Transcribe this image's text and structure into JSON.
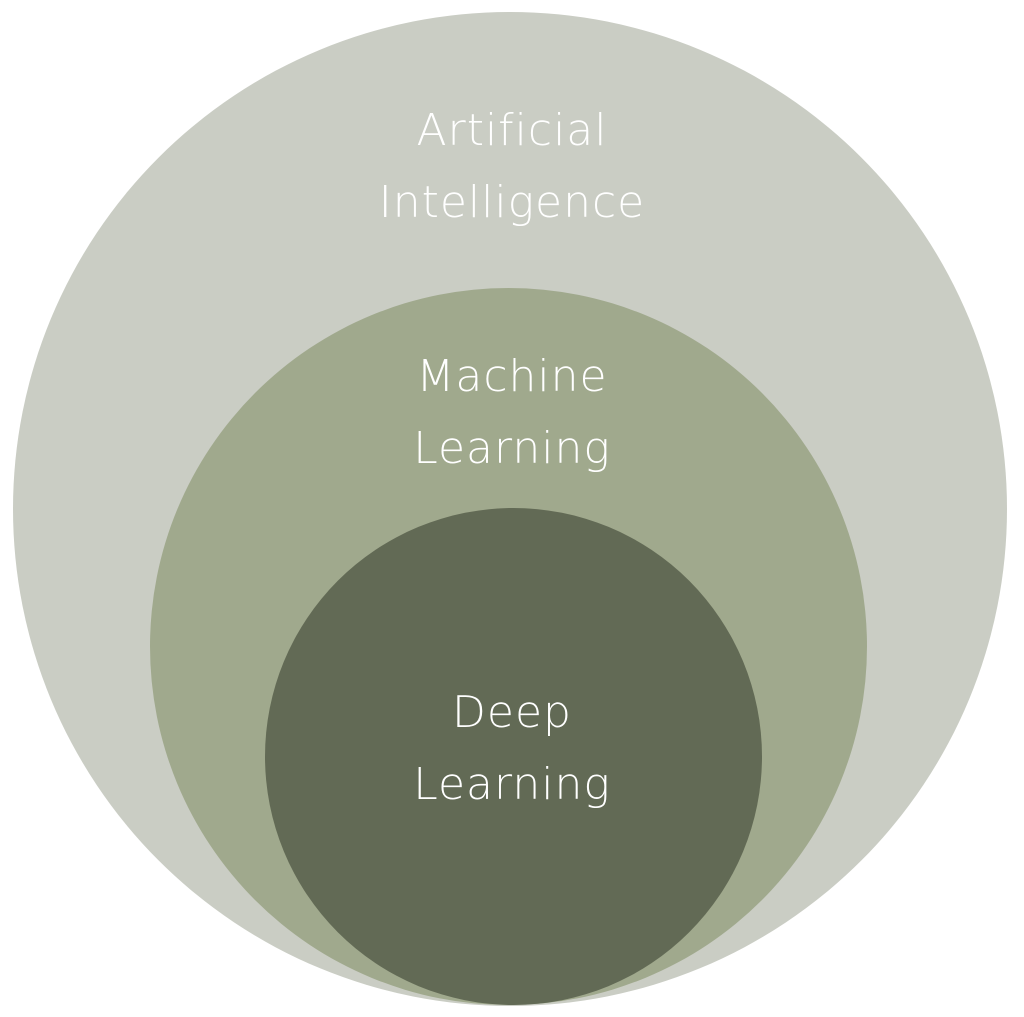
{
  "circles": {
    "outer": {
      "line1": "Artificial",
      "line2": "Intelligence",
      "color": "#cacdc4"
    },
    "middle": {
      "line1": "Machine",
      "line2": "Learning",
      "color": "#a0a98d"
    },
    "inner": {
      "line1": "Deep",
      "line2": "Learning",
      "color": "#626a55"
    }
  }
}
